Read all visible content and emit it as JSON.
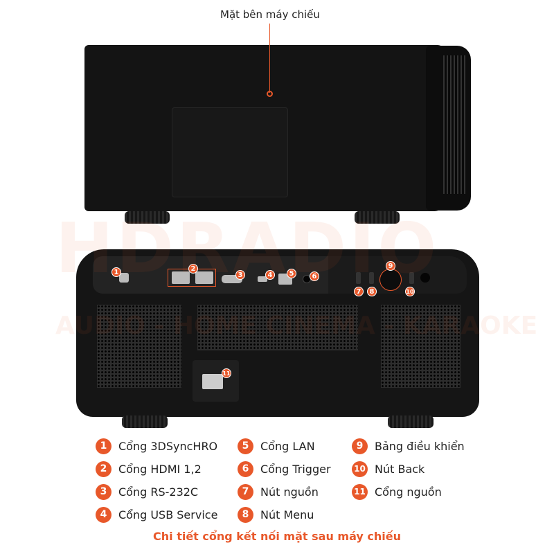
{
  "top_label": "Mặt bên máy chiếu",
  "watermark": {
    "brand": "HDRADIO",
    "tagline": "AUDIO - HOME CINEMA - KARAOKE"
  },
  "accent_color": "#e8582a",
  "callouts": [
    "1",
    "2",
    "3",
    "4",
    "5",
    "6",
    "7",
    "8",
    "9",
    "10",
    "11"
  ],
  "legend": [
    {
      "num": "1",
      "label": "Cổng 3DSyncHRO"
    },
    {
      "num": "2",
      "label": "Cổng HDMI 1,2"
    },
    {
      "num": "3",
      "label": "Cổng RS-232C"
    },
    {
      "num": "4",
      "label": "Cổng USB Service"
    },
    {
      "num": "5",
      "label": "Cổng LAN"
    },
    {
      "num": "6",
      "label": "Cổng Trigger"
    },
    {
      "num": "7",
      "label": "Nút nguồn"
    },
    {
      "num": "8",
      "label": "Nút Menu"
    },
    {
      "num": "9",
      "label": "Bảng điều khiển"
    },
    {
      "num": "10",
      "label": "Nút Back"
    },
    {
      "num": "11",
      "label": "Cổng nguồn"
    }
  ],
  "caption": "Chi tiết cổng kết nối mặt sau máy chiếu"
}
